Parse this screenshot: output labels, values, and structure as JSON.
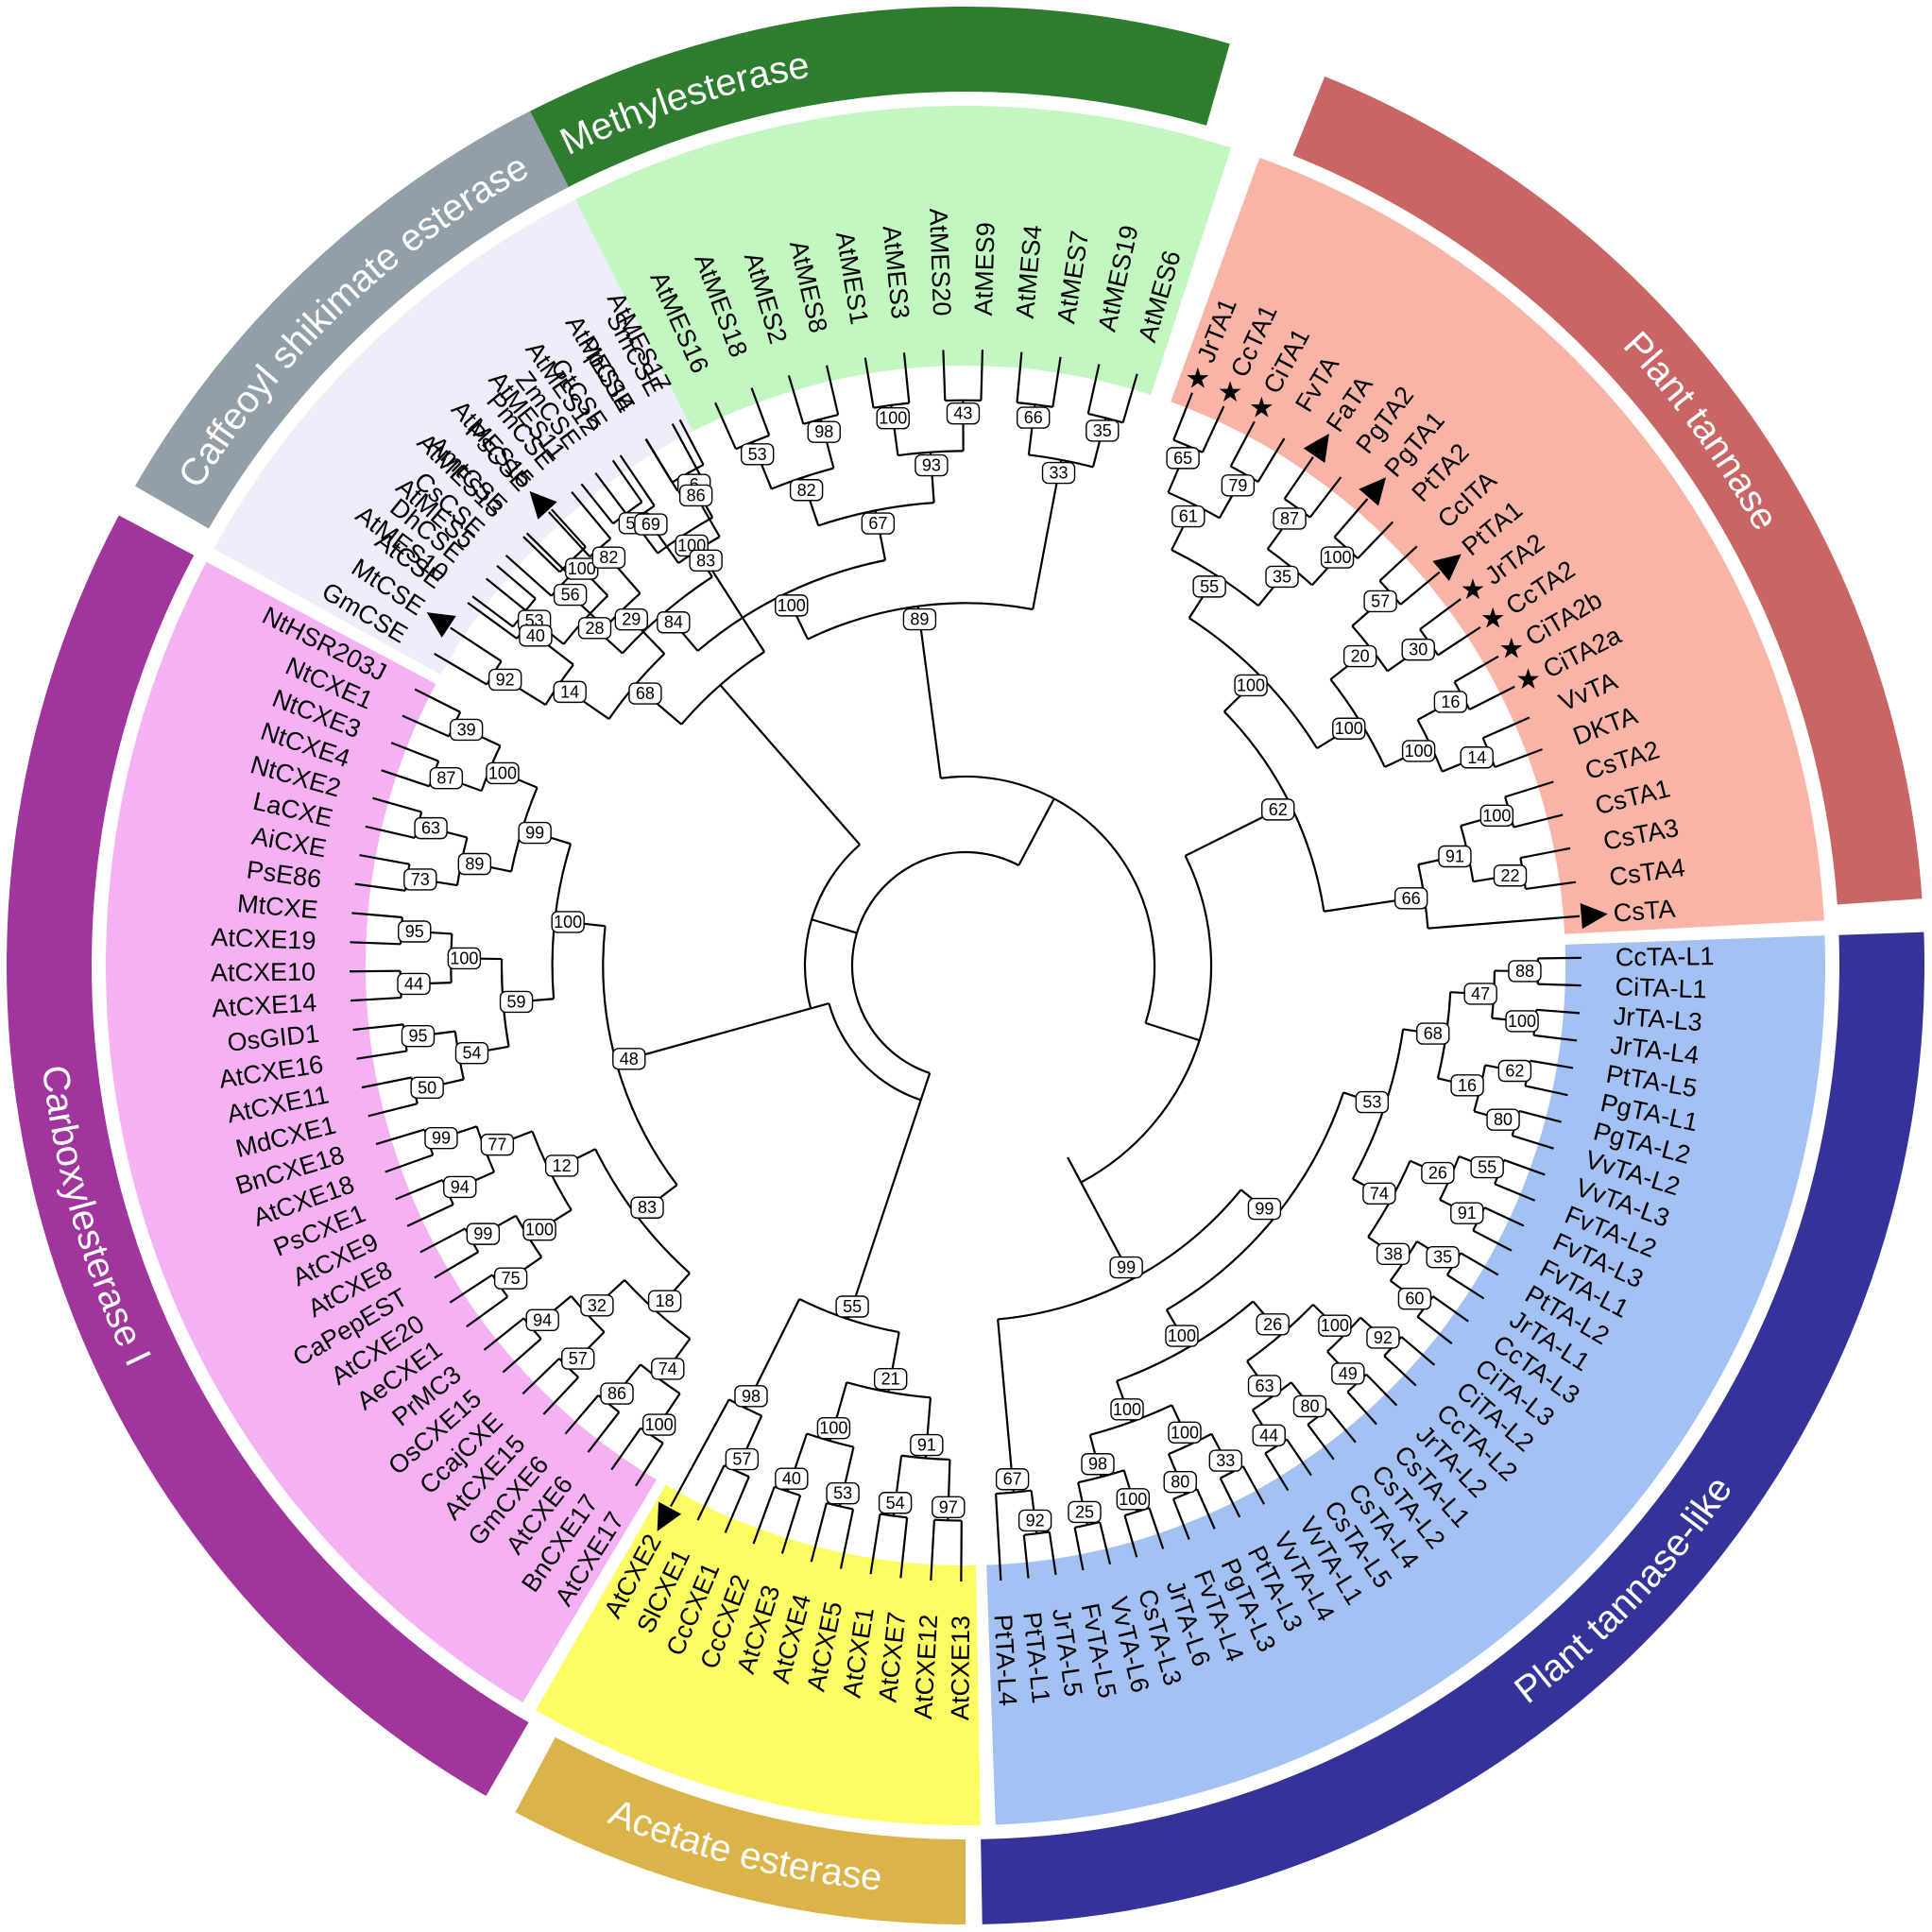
{
  "clades": [
    {
      "id": "methylesterase",
      "title": "Methylesterase",
      "band_color": "#2e7d2e",
      "fill_color": "#c2f7c2",
      "leaves": [
        "AtMES10",
        "AtMES5",
        "AtMES13",
        "AtMES15",
        "AtMES11",
        "AtMES12",
        "AtMES14",
        "AtMES17",
        "AtMES16",
        "AtMES18",
        "AtMES2",
        "AtMES8",
        "AtMES1",
        "AtMES3",
        "AtMES20",
        "AtMES9",
        "AtMES4",
        "AtMES7",
        "AtMES19",
        "AtMES6"
      ]
    },
    {
      "id": "plant-tannase",
      "title": "Plant tannase",
      "band_color": "#c96565",
      "fill_color": "#f8b5a7",
      "leaves": [
        "JrTA1",
        "CcTA1",
        "CiTA1",
        "FvTA",
        "FaTA",
        "PgTA2",
        "PgTA1",
        "PtTA2",
        "CcITA",
        "PtTA1",
        "JrTA2",
        "CcTA2",
        "CiTA2b",
        "CiTA2a",
        "VvTA",
        "DKTA",
        "CsTA2",
        "CsTA1",
        "CsTA3",
        "CsTA4",
        "CsTA"
      ]
    },
    {
      "id": "plant-tannase-like",
      "title": "Plant tannase-like",
      "band_color": "#33339a",
      "fill_color": "#a3c1f3",
      "leaves": [
        "CcTA-L1",
        "CiTA-L1",
        "JrTA-L3",
        "JrTA-L4",
        "PtTA-L5",
        "PgTA-L1",
        "PgTA-L2",
        "VvTA-L2",
        "VvTA-L3",
        "FvTA-L2",
        "FvTA-L3",
        "FvTA-L1",
        "PtTA-L2",
        "JrTA-L1",
        "CcTA-L3",
        "CiTA-L3",
        "CiTA-L2",
        "CcTA-L2",
        "JrTA-L2",
        "CsTA-L1",
        "CsTA-L2",
        "CsTA-L4",
        "CsTA-L5",
        "VvTA-L1",
        "VvTA-L4",
        "PtTA-L3",
        "PgTA-L3",
        "FvTA-L4",
        "JrTA-L6",
        "CsTA-L3",
        "VvTA-L6",
        "FvTA-L5",
        "JrTA-L5",
        "PtTA-L1",
        "PtTA-L4"
      ]
    },
    {
      "id": "acetate-esterase",
      "title": "Acetate esterase",
      "band_color": "#dbb449",
      "fill_color": "#fcfc63",
      "leaves": [
        "AtCXE13",
        "AtCXE12",
        "AtCXE7",
        "AtCXE1",
        "AtCXE5",
        "AtCXE4",
        "AtCXE3",
        "CcCXE2",
        "CcCXE1",
        "SlCXE1",
        "AtCXE2"
      ]
    },
    {
      "id": "carboxylesterase-i",
      "title": "Carboxylesterase I",
      "band_color": "#a0359e",
      "fill_color": "#f4b2f4",
      "leaves": [
        "AtCXE17",
        "BnCXE17",
        "AtCXE6",
        "GmCXE6",
        "AtCXE15",
        "CcajCXE",
        "OsCXE15",
        "PrMC3",
        "AeCXE1",
        "AtCXE20",
        "CaPepEST",
        "AtCXE8",
        "AtCXE9",
        "PsCXE1",
        "AtCXE18",
        "BnCXE18",
        "MdCXE1",
        "AtCXE11",
        "AtCXE16",
        "OsGID1",
        "AtCXE14",
        "AtCXE10",
        "AtCXE19",
        "MtCXE",
        "PsE86",
        "AiCXE",
        "LaCXE",
        "NtCXE2",
        "NtCXE4",
        "NtCXE3",
        "NtCXE1",
        "NtHSR203J"
      ]
    },
    {
      "id": "caffeoyl-shikimate-esterase",
      "title": "Caffeoyl shikimate esterase",
      "band_color": "#929ea8",
      "fill_color": "#eeeefa",
      "leaves": [
        "GmCSE",
        "MtCSE",
        "AtCSE",
        "DhCSE",
        "CsCSE",
        "AmtCSE",
        "PsCSE",
        "PmCSE",
        "ZmCSE",
        "GtCSE",
        "PpCSE",
        "SmCSE"
      ]
    }
  ],
  "markers": {
    "star": [
      "JrTA1",
      "CcTA1",
      "CiTA1",
      "JrTA2",
      "CcTA2",
      "CiTA2b",
      "CiTA2a"
    ],
    "triangle": [
      "FaTA",
      "PgTA1",
      "PtTA1",
      "CsTA",
      "AtCXE2",
      "PsCSE",
      "MtCSE"
    ]
  },
  "bootstrap": [
    "53",
    "100",
    "52",
    "6",
    "53",
    "98",
    "100",
    "43",
    "66",
    "35",
    "28",
    "100",
    "82",
    "93",
    "33",
    "84",
    "67",
    "100",
    "89",
    "65",
    "79",
    "87",
    "100",
    "57",
    "30",
    "16",
    "14",
    "100",
    "22",
    "61",
    "35",
    "20",
    "100",
    "91",
    "55",
    "100",
    "66",
    "100",
    "62",
    "88",
    "100",
    "62",
    "80",
    "55",
    "91",
    "35",
    "60",
    "92",
    "49",
    "80",
    "44",
    "33",
    "80",
    "100",
    "25",
    "92",
    "47",
    "16",
    "26",
    "38",
    "100",
    "63",
    "100",
    "98",
    "67",
    "68",
    "74",
    "26",
    "100",
    "53",
    "100",
    "99",
    "99",
    "97",
    "54",
    "53",
    "40",
    "57",
    "91",
    "100",
    "98",
    "21",
    "55",
    "100",
    "86",
    "57",
    "94",
    "75",
    "99",
    "94",
    "99",
    "50",
    "95",
    "44",
    "95",
    "73",
    "63",
    "87",
    "39",
    "74",
    "32",
    "100",
    "77",
    "54",
    "100",
    "89",
    "100",
    "18",
    "12",
    "59",
    "99",
    "83",
    "100",
    "48",
    "92",
    "40",
    "56",
    "82",
    "69",
    "86",
    "14",
    "29",
    "83",
    "68"
  ]
}
